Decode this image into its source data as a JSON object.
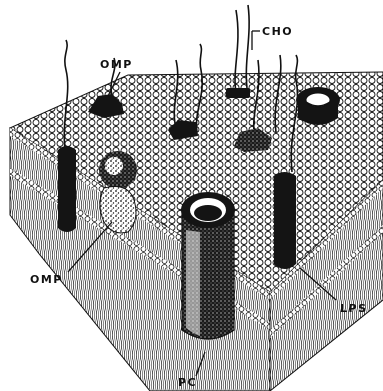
{
  "diagram": {
    "labels": {
      "cho": "CHO",
      "omp_top": "OMP",
      "omp_bottom": "OMP",
      "lps": "LPS",
      "pc": "PC"
    }
  }
}
